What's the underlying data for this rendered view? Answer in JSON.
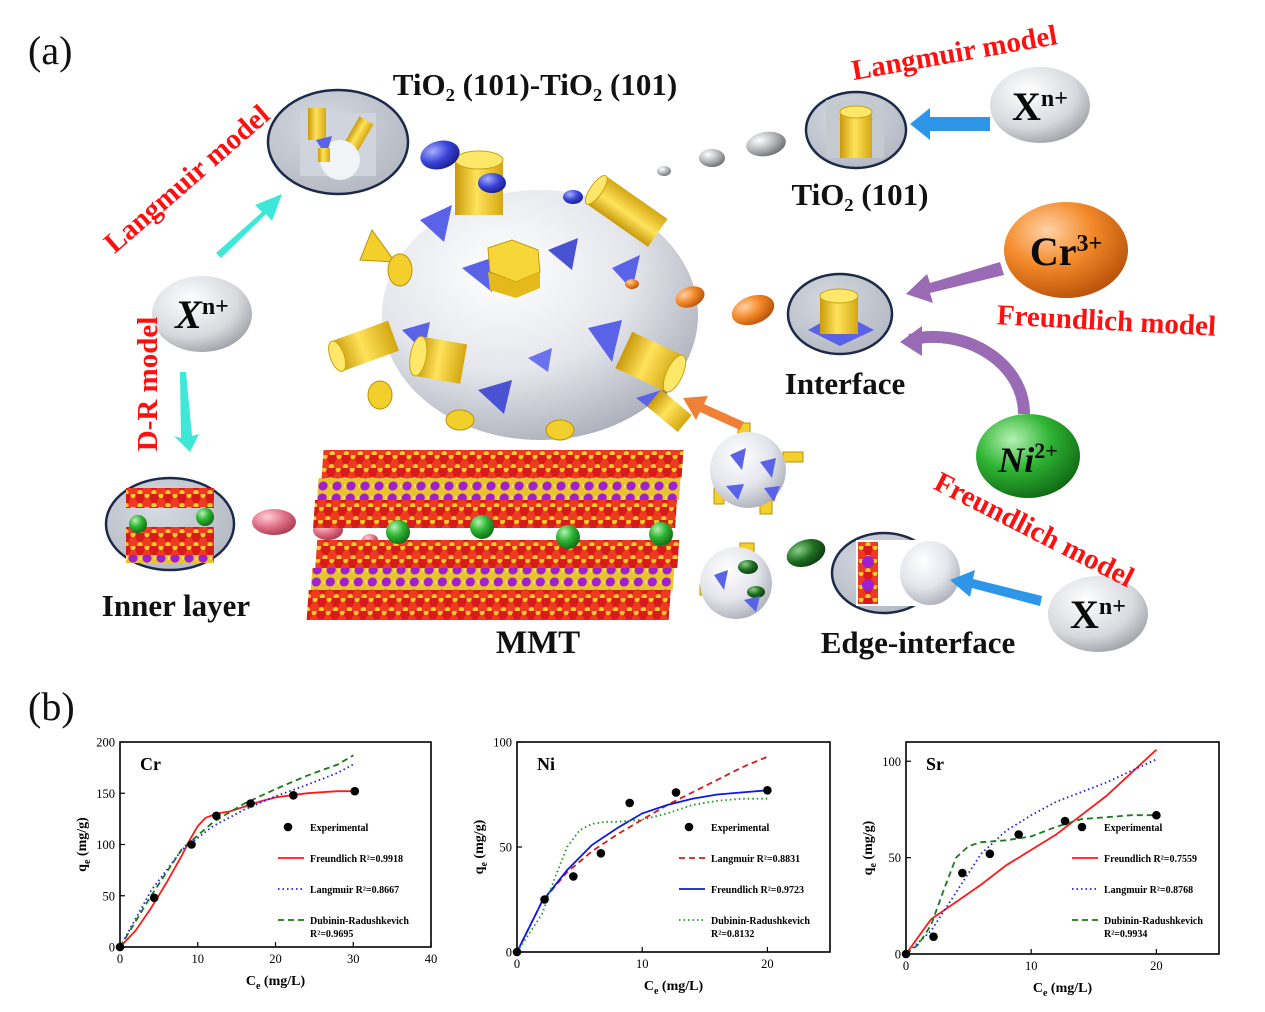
{
  "panel_a": {
    "label": "(a)",
    "top_left_model": "Langmuir model",
    "top_right_model": "Langmuir model",
    "dr_model": "D-R model",
    "freundlich_cr": "Freundlich model",
    "freundlich_edge": "Freundlich model",
    "tio2_pair": "TiO₂ (101)-TiO₂ (101)",
    "tio2_single": "TiO₂ (101)",
    "interface": "Interface",
    "inner_layer": "Inner layer",
    "mmt": "MMT",
    "edge_interface": "Edge-interface",
    "ions": {
      "xn": "X",
      "xn_sup": "n+",
      "cr": "Cr",
      "cr_sup": "3+",
      "ni": "Ni",
      "ni_sup": "2+"
    },
    "colors": {
      "red_text": "#ff1010",
      "cyan_arrow": "#3ee8d8",
      "blue_arrow": "#2e96e8",
      "purple_arrow": "#9a6ab4",
      "orange_arrow": "#f08036",
      "tio2_yellow": "#f2cf2a",
      "ion_orange": "#f07a18",
      "ion_green": "#27a82e",
      "facet_blue": "#5a63e8",
      "mmt_red": "#e01818",
      "mmt_purple": "#a020d0",
      "mmt_yellow": "#e6c02a"
    }
  },
  "panel_b_label": "(b)",
  "chart_data": [
    {
      "type": "scatter",
      "label": "Cr",
      "xlabel": "C",
      "xlabel_sub": "e",
      "xlabel_unit": " (mg/L)",
      "ylabel": "q",
      "ylabel_sub": "e",
      "ylabel_unit": " (mg/g)",
      "xlim": [
        0,
        40
      ],
      "ylim": [
        0,
        200
      ],
      "xticks": [
        0,
        10,
        20,
        30,
        40
      ],
      "yticks": [
        0,
        50,
        100,
        150,
        200
      ],
      "experimental": {
        "name": "Experimental",
        "x": [
          0,
          4.4,
          9.2,
          12.4,
          16.8,
          22.3,
          30.2
        ],
        "y": [
          0,
          48,
          100,
          128,
          140,
          148,
          152
        ]
      },
      "series": [
        {
          "name": "Freundlich R²=0.9918",
          "color": "#ff1a1a",
          "dash": "",
          "x": [
            0,
            2,
            4,
            6,
            8,
            9,
            10,
            11,
            12,
            13,
            14,
            16,
            18,
            20,
            22,
            24,
            26,
            28,
            30
          ],
          "y": [
            0,
            16,
            38,
            63,
            90,
            105,
            118,
            126,
            129,
            131,
            132,
            137,
            142,
            146,
            148,
            150,
            151,
            152,
            152
          ]
        },
        {
          "name": "Langmuir R²=0.8667",
          "color": "#1a1aff",
          "dash": "1.5,3",
          "x": [
            0,
            4,
            8,
            12,
            16,
            20,
            24,
            28,
            30
          ],
          "y": [
            0,
            55,
            95,
            118,
            134,
            147,
            158,
            170,
            178
          ]
        },
        {
          "name": "Dubinin-Radushkevich",
          "name2": "R²=0.9695",
          "color": "#1a7a1a",
          "dash": "6,4",
          "x": [
            0,
            4,
            8,
            12,
            16,
            20,
            24,
            28,
            30
          ],
          "y": [
            0,
            50,
            96,
            122,
            140,
            154,
            167,
            178,
            187
          ]
        }
      ]
    },
    {
      "type": "scatter",
      "label": "Ni",
      "xlabel": "C",
      "xlabel_sub": "e",
      "xlabel_unit": " (mg/L)",
      "ylabel": "q",
      "ylabel_sub": "e",
      "ylabel_unit": " (mg/g)",
      "xlim": [
        0,
        25
      ],
      "ylim": [
        0,
        100
      ],
      "xticks": [
        0,
        10,
        20
      ],
      "yticks": [
        0,
        50,
        100
      ],
      "experimental": {
        "name": "Experimental",
        "x": [
          0,
          2.2,
          4.5,
          6.7,
          9.0,
          12.7,
          20.0
        ],
        "y": [
          0,
          25,
          36,
          47,
          71,
          76,
          77
        ]
      },
      "series": [
        {
          "name": "Langmuir R²=0.8831",
          "color": "#e01818",
          "dash": "6,4",
          "x": [
            0,
            2,
            4,
            6,
            8,
            10,
            12,
            14,
            16,
            18,
            20
          ],
          "y": [
            0,
            24,
            38,
            48,
            56,
            63,
            70,
            76,
            82,
            88,
            93
          ]
        },
        {
          "name": "Freundlich R²=0.9723",
          "color": "#0a1ae0",
          "dash": "",
          "x": [
            0,
            2,
            4,
            6,
            8,
            10,
            12,
            14,
            16,
            18,
            20
          ],
          "y": [
            0,
            24,
            39,
            51,
            59,
            66,
            70,
            73,
            75,
            76,
            77
          ]
        },
        {
          "name": "Dubinin-Radushkevich",
          "name2": "R²=0.8132",
          "color": "#1a9a1a",
          "dash": "1.5,3",
          "x": [
            0,
            2,
            3,
            4,
            5,
            6,
            7,
            8,
            10,
            12,
            14,
            16,
            18,
            20
          ],
          "y": [
            0,
            18,
            35,
            50,
            58,
            61,
            62,
            62,
            63,
            66,
            70,
            72,
            73,
            73
          ]
        }
      ]
    },
    {
      "type": "scatter",
      "label": "Sr",
      "xlabel": "C",
      "xlabel_sub": "e",
      "xlabel_unit": " (mg/L)",
      "ylabel": "q",
      "ylabel_sub": "e",
      "ylabel_unit": " (mg/g)",
      "xlim": [
        0,
        25
      ],
      "ylim": [
        0,
        110
      ],
      "xticks": [
        0,
        10,
        20
      ],
      "yticks": [
        0,
        50,
        100
      ],
      "experimental": {
        "name": "Experimental",
        "x": [
          0,
          2.2,
          4.5,
          6.7,
          9.0,
          12.7,
          20.0
        ],
        "y": [
          0,
          9,
          42,
          52,
          62,
          69,
          72
        ]
      },
      "series": [
        {
          "name": "Freundlich R²=0.7559",
          "color": "#ff1a1a",
          "dash": "",
          "x": [
            0,
            2,
            4,
            6,
            8,
            10,
            12,
            14,
            16,
            18,
            20
          ],
          "y": [
            0,
            18,
            27,
            36,
            46,
            54,
            62,
            72,
            82,
            94,
            106
          ]
        },
        {
          "name": "Langmuir R²=0.8768",
          "color": "#1a1aff",
          "dash": "1.5,3",
          "x": [
            0,
            2,
            4,
            6,
            8,
            10,
            12,
            14,
            16,
            18,
            20
          ],
          "y": [
            0,
            12,
            32,
            52,
            64,
            72,
            79,
            84,
            89,
            95,
            101
          ]
        },
        {
          "name": "Dubinin-Radushkevich",
          "name2": "R²=0.9934",
          "color": "#1a7a1a",
          "dash": "6,4",
          "x": [
            0,
            1,
            2,
            3,
            4,
            5,
            6,
            8,
            10,
            12,
            14,
            16,
            18,
            20
          ],
          "y": [
            0,
            5,
            15,
            33,
            50,
            56,
            58,
            59,
            61,
            66,
            70,
            71,
            72,
            72
          ]
        }
      ]
    }
  ]
}
